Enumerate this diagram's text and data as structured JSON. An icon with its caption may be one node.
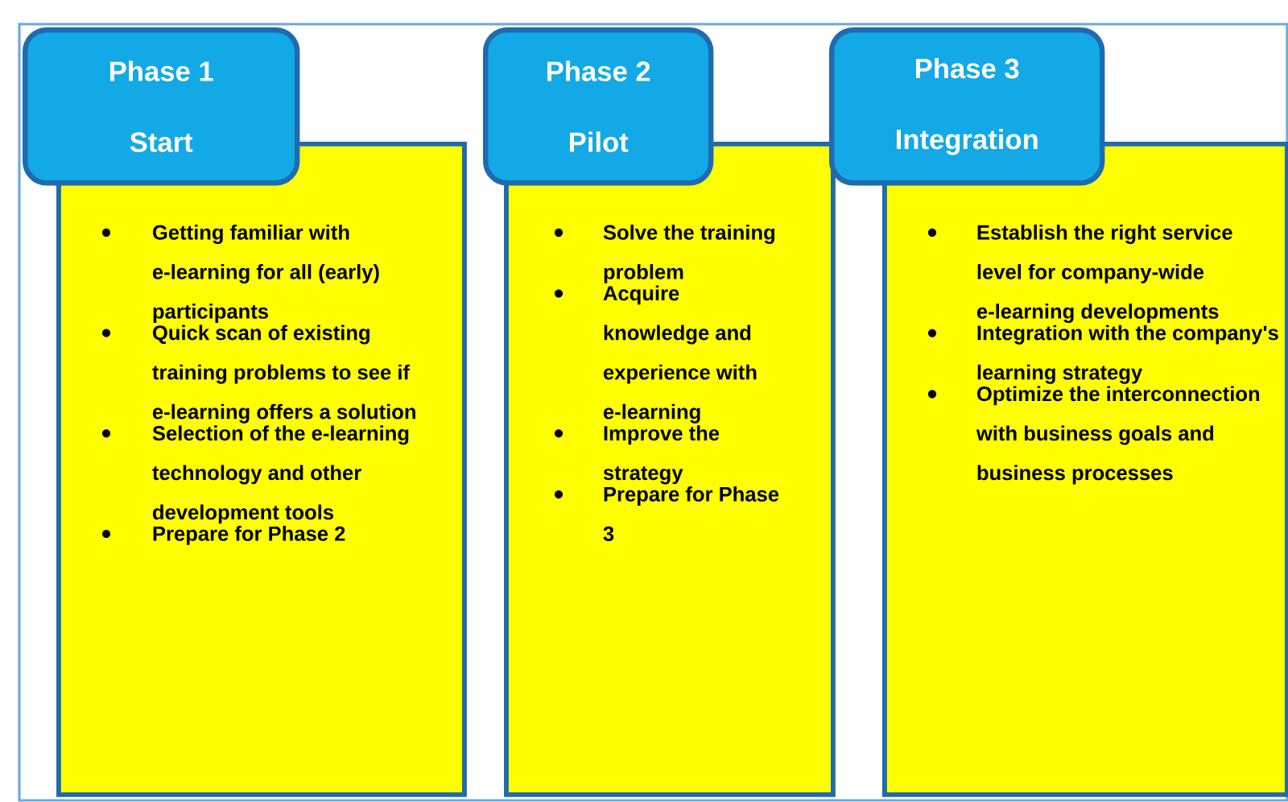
{
  "diagram": {
    "nodes": [
      {
        "text": [
          "Phase 1",
          "Start"
        ]
      },
      {
        "text": [
          "Getting familiar with e-learning for all (early) participants",
          "Quick scan of existing training problems to see if e-learning offers a solution",
          "Selection of the e-learning technology and other development tools",
          "Prepare for Phase 2"
        ]
      },
      {
        "text": [
          "Phase 2",
          "Pilot"
        ]
      },
      {
        "text": [
          "Solve the training problem",
          "Acquire knowledge and experience with e-learning",
          "Improve the strategy",
          "Prepare for Phase 3"
        ]
      },
      {
        "text": [
          "Phase 3",
          "Integration"
        ]
      },
      {
        "text": [
          "Establish the right service level for company-wide e-learning developments",
          "Integration with the company's learning strategy",
          "Optimize the interconnection with business goals and business processes"
        ]
      }
    ]
  }
}
